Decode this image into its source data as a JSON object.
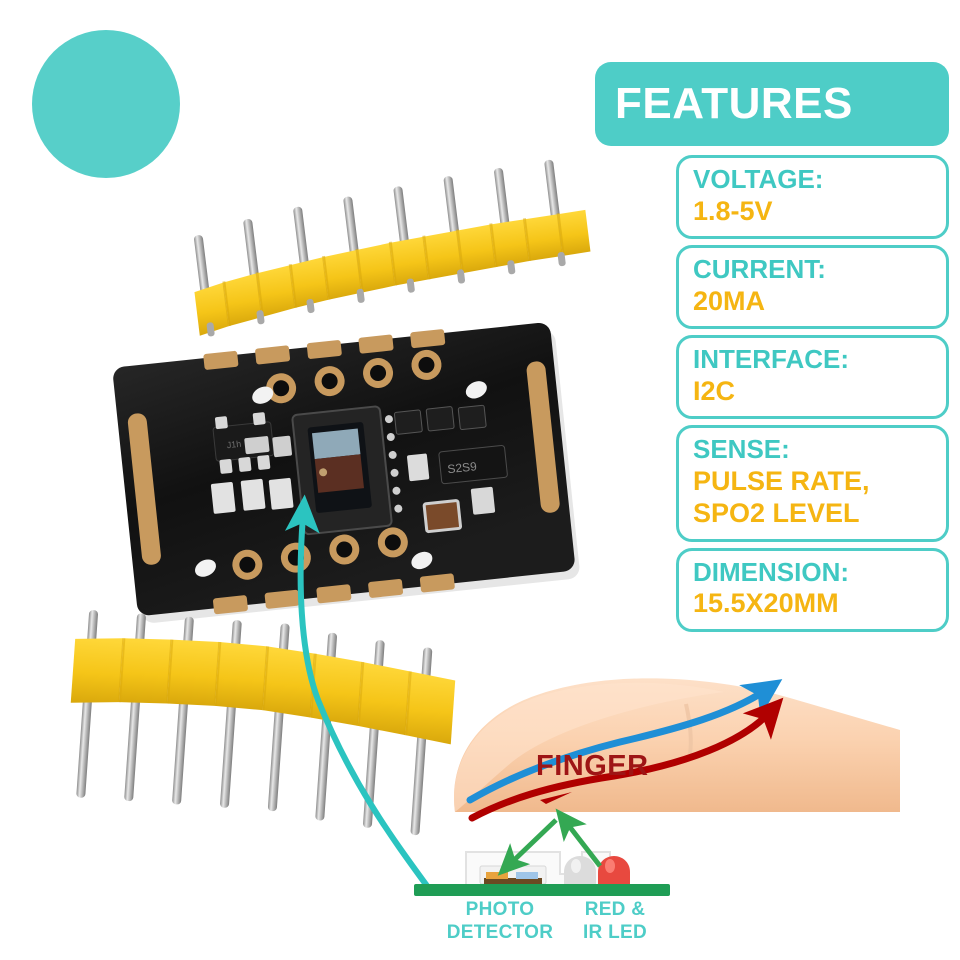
{
  "logo": {
    "icon": "rubber-duck-icon",
    "circle_color": "#57cfc9",
    "body_color": "#ffdd1c",
    "beak_color": "#f07c1f"
  },
  "header": {
    "title": "FEATURES",
    "bg_color": "#4ecdc7",
    "text_color": "#ffffff"
  },
  "colors": {
    "teal": "#4ecdc7",
    "label_teal": "#3fc8c2",
    "value_orange": "#f5b512",
    "finger_red": "#9e1515",
    "artery_red": "#c00000",
    "vein_blue": "#1f8fd6",
    "arrow_green": "#34a853",
    "pcb_green": "#1f9d55",
    "header_yellow": "#f5c518"
  },
  "features": [
    {
      "key": "VOLTAGE:",
      "value": "1.8-5V"
    },
    {
      "key": "CURRENT:",
      "value": "20MA"
    },
    {
      "key": "INTERFACE:",
      "value": "I2C"
    },
    {
      "key": "SENSE:",
      "value": "PULSE RATE, SPO2 LEVEL"
    },
    {
      "key": "DIMENSION:",
      "value": "15.5X20MM"
    }
  ],
  "diagram": {
    "finger_label": "FINGER",
    "photo_detector_label": "PHOTO\nDETECTOR",
    "photo_detector_line1": "PHOTO",
    "photo_detector_line2": "DETECTOR",
    "led_label_line1": "RED &",
    "led_label_line2": "IR LED"
  },
  "hardware": {
    "top_header_pins": 8,
    "bottom_header_pins": 8,
    "board_color": "#141414",
    "pad_color": "#c89a5e",
    "header_plastic_color": "#f5c518",
    "pin_metal_color": "#b9b9b9",
    "chip_marking": "S2S9"
  }
}
